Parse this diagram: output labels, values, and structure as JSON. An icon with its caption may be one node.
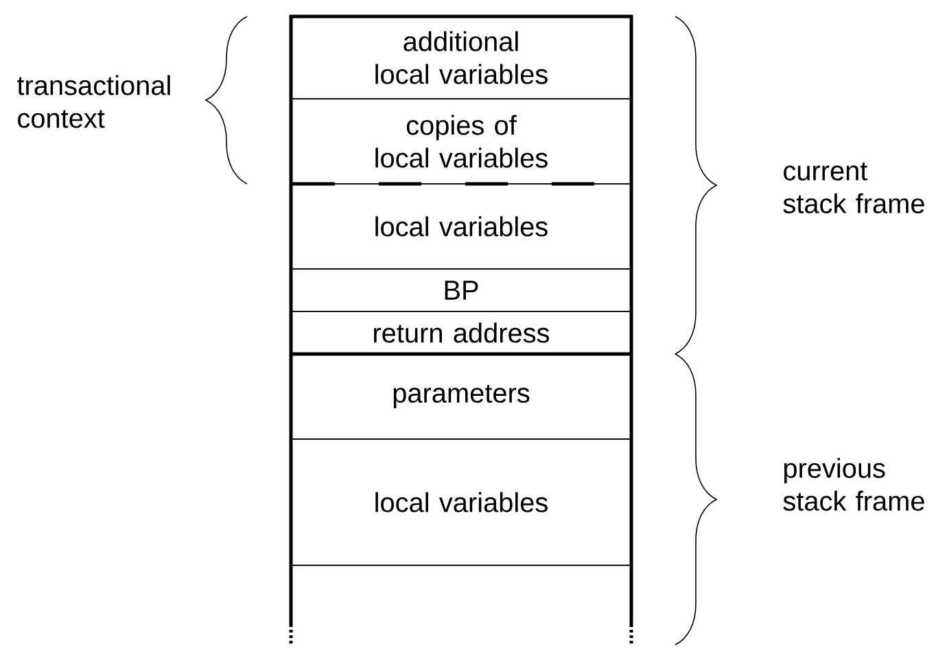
{
  "diagram": {
    "nodes": [
      {
        "text": [
          "additional local variables"
        ]
      },
      {
        "text": [
          "copies of local variables"
        ]
      },
      {
        "text": [
          "local variables"
        ]
      },
      {
        "text": [
          "BP"
        ]
      },
      {
        "text": [
          "return address"
        ]
      },
      {
        "text": [
          "parameters"
        ]
      },
      {
        "text": [
          "local variables"
        ]
      },
      {
        "text": [],
        "shape": "box"
      }
    ],
    "labels": [
      "transactional context",
      "current stack frame",
      "previous stack frame"
    ]
  }
}
